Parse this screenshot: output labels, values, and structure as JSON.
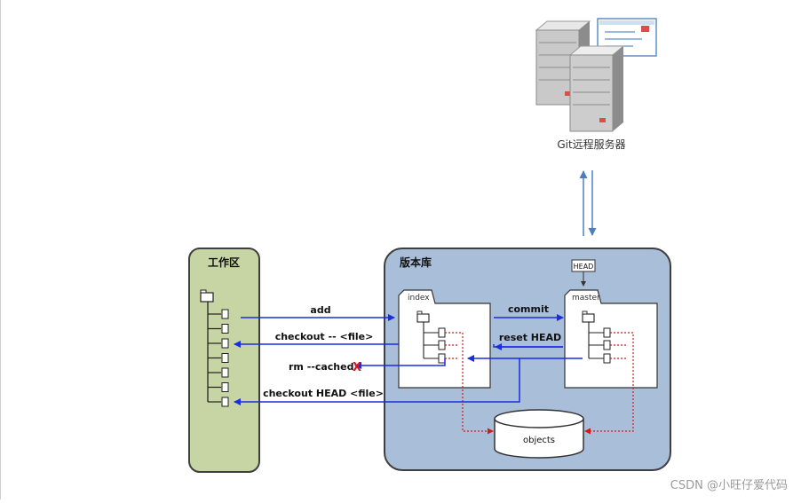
{
  "server": {
    "caption": "Git远程服务器"
  },
  "workspace": {
    "title": "工作区",
    "file_count": 7
  },
  "repository": {
    "title": "版本库",
    "index_tab": "index",
    "master_tab": "master",
    "head_tag": "HEAD",
    "objects_label": "objects"
  },
  "operations": {
    "add": "add",
    "checkout_file": "checkout -- <file>",
    "rm_cached": "rm --cached",
    "rm_cross": "X",
    "checkout_head": "checkout HEAD <file>",
    "commit": "commit",
    "reset_head": "reset HEAD"
  },
  "colors": {
    "workspace_fill": "#c7d4a3",
    "repo_fill": "#a9bed9",
    "arrow_blue": "#1a2de0",
    "sync_blue": "#4d7fc0",
    "dotted_red": "#d21a1a"
  },
  "watermark": "CSDN @小旺仔爱代码"
}
